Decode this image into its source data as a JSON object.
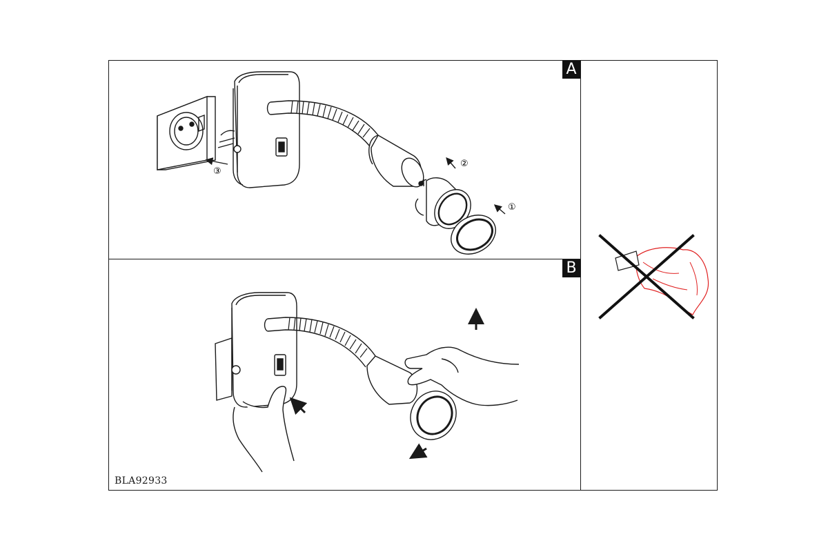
{
  "panels": {
    "a": {
      "letter": "A"
    },
    "b": {
      "letter": "B"
    }
  },
  "steps": {
    "one": "①",
    "two": "②",
    "three": "③"
  },
  "model_code": "BLA92933",
  "colors": {
    "line": "#1a1a1a",
    "cloth": "#e02020",
    "label_bg": "#111111"
  },
  "icons": [
    "wall-socket-icon",
    "plug-lamp-icon",
    "led-bulb-icon",
    "hand-icon",
    "arrow-icon",
    "cloth-icon",
    "cross-out-icon"
  ]
}
